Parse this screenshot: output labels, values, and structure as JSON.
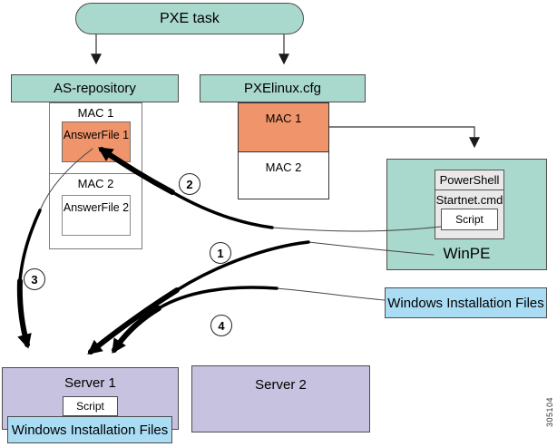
{
  "pxe_task": {
    "label": "PXE task"
  },
  "as_repository": {
    "title": "AS-repository",
    "mac1_label": "MAC 1",
    "answer_file_1": "AnswerFile 1",
    "mac2_label": "MAC 2",
    "answer_file_2": "AnswerFile 2"
  },
  "pxelinux_cfg": {
    "title": "PXElinux.cfg",
    "mac1_label": "MAC 1",
    "mac2_label": "MAC 2"
  },
  "winpe": {
    "label": "WinPE",
    "powershell_label": "PowerShell",
    "startnet_label": "Startnet.cmd",
    "script_label": "Script"
  },
  "installation_files": {
    "label": "Windows Installation Files"
  },
  "server1": {
    "title": "Server 1",
    "script_label": "Script",
    "files_label": "Windows Installation Files"
  },
  "server2": {
    "title": "Server 2"
  },
  "steps": {
    "step1": "1",
    "step2": "2",
    "step3": "3",
    "step4": "4"
  },
  "figure_number": "305104",
  "colors": {
    "teal": "#a9d8cd",
    "orange": "#f0956b",
    "purple": "#c7c2df",
    "light_blue": "#aadcf4",
    "gray_panel": "#e9e9e9",
    "arrow_black": "#000000"
  }
}
